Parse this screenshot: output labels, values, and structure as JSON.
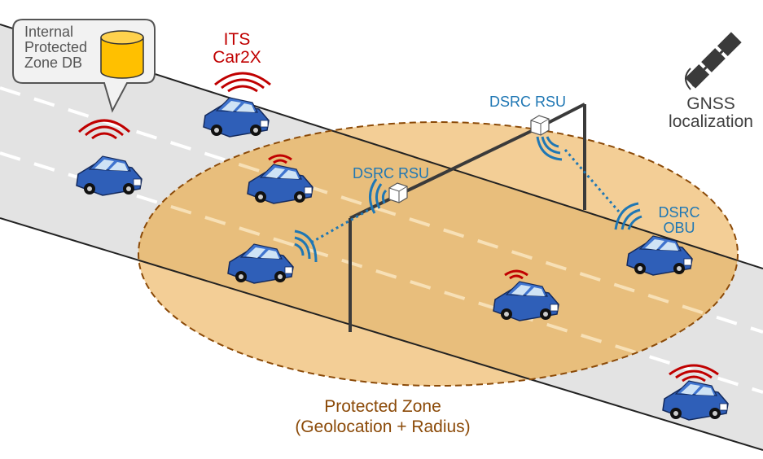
{
  "db_callout": {
    "line1": "Internal",
    "line2": "Protected",
    "line3": "Zone DB"
  },
  "its_label": {
    "line1": "ITS",
    "line2": "Car2X"
  },
  "rsu_top_label": "DSRC RSU",
  "rsu_mid_label": "DSRC RSU",
  "obu_label": {
    "line1": "DSRC",
    "line2": "OBU"
  },
  "gnss_label": {
    "line1": "GNSS",
    "line2": "localization"
  },
  "zone_label": {
    "line1": "Protected Zone",
    "line2": "(Geolocation + Radius)"
  },
  "colors": {
    "road": "#e3e3e3",
    "zone_fill": "#f1c684",
    "zone_border": "#8b4a08",
    "car_body": "#2f5fb8",
    "its_signal": "#c00000",
    "dsrc_signal": "#1f77b4",
    "pole": "#3a3a3a",
    "db_cylinder": "#ffc000"
  },
  "icons": [
    "database-icon",
    "car-icon",
    "satellite-icon",
    "signal-wave-icon",
    "rsu-box-icon"
  ]
}
